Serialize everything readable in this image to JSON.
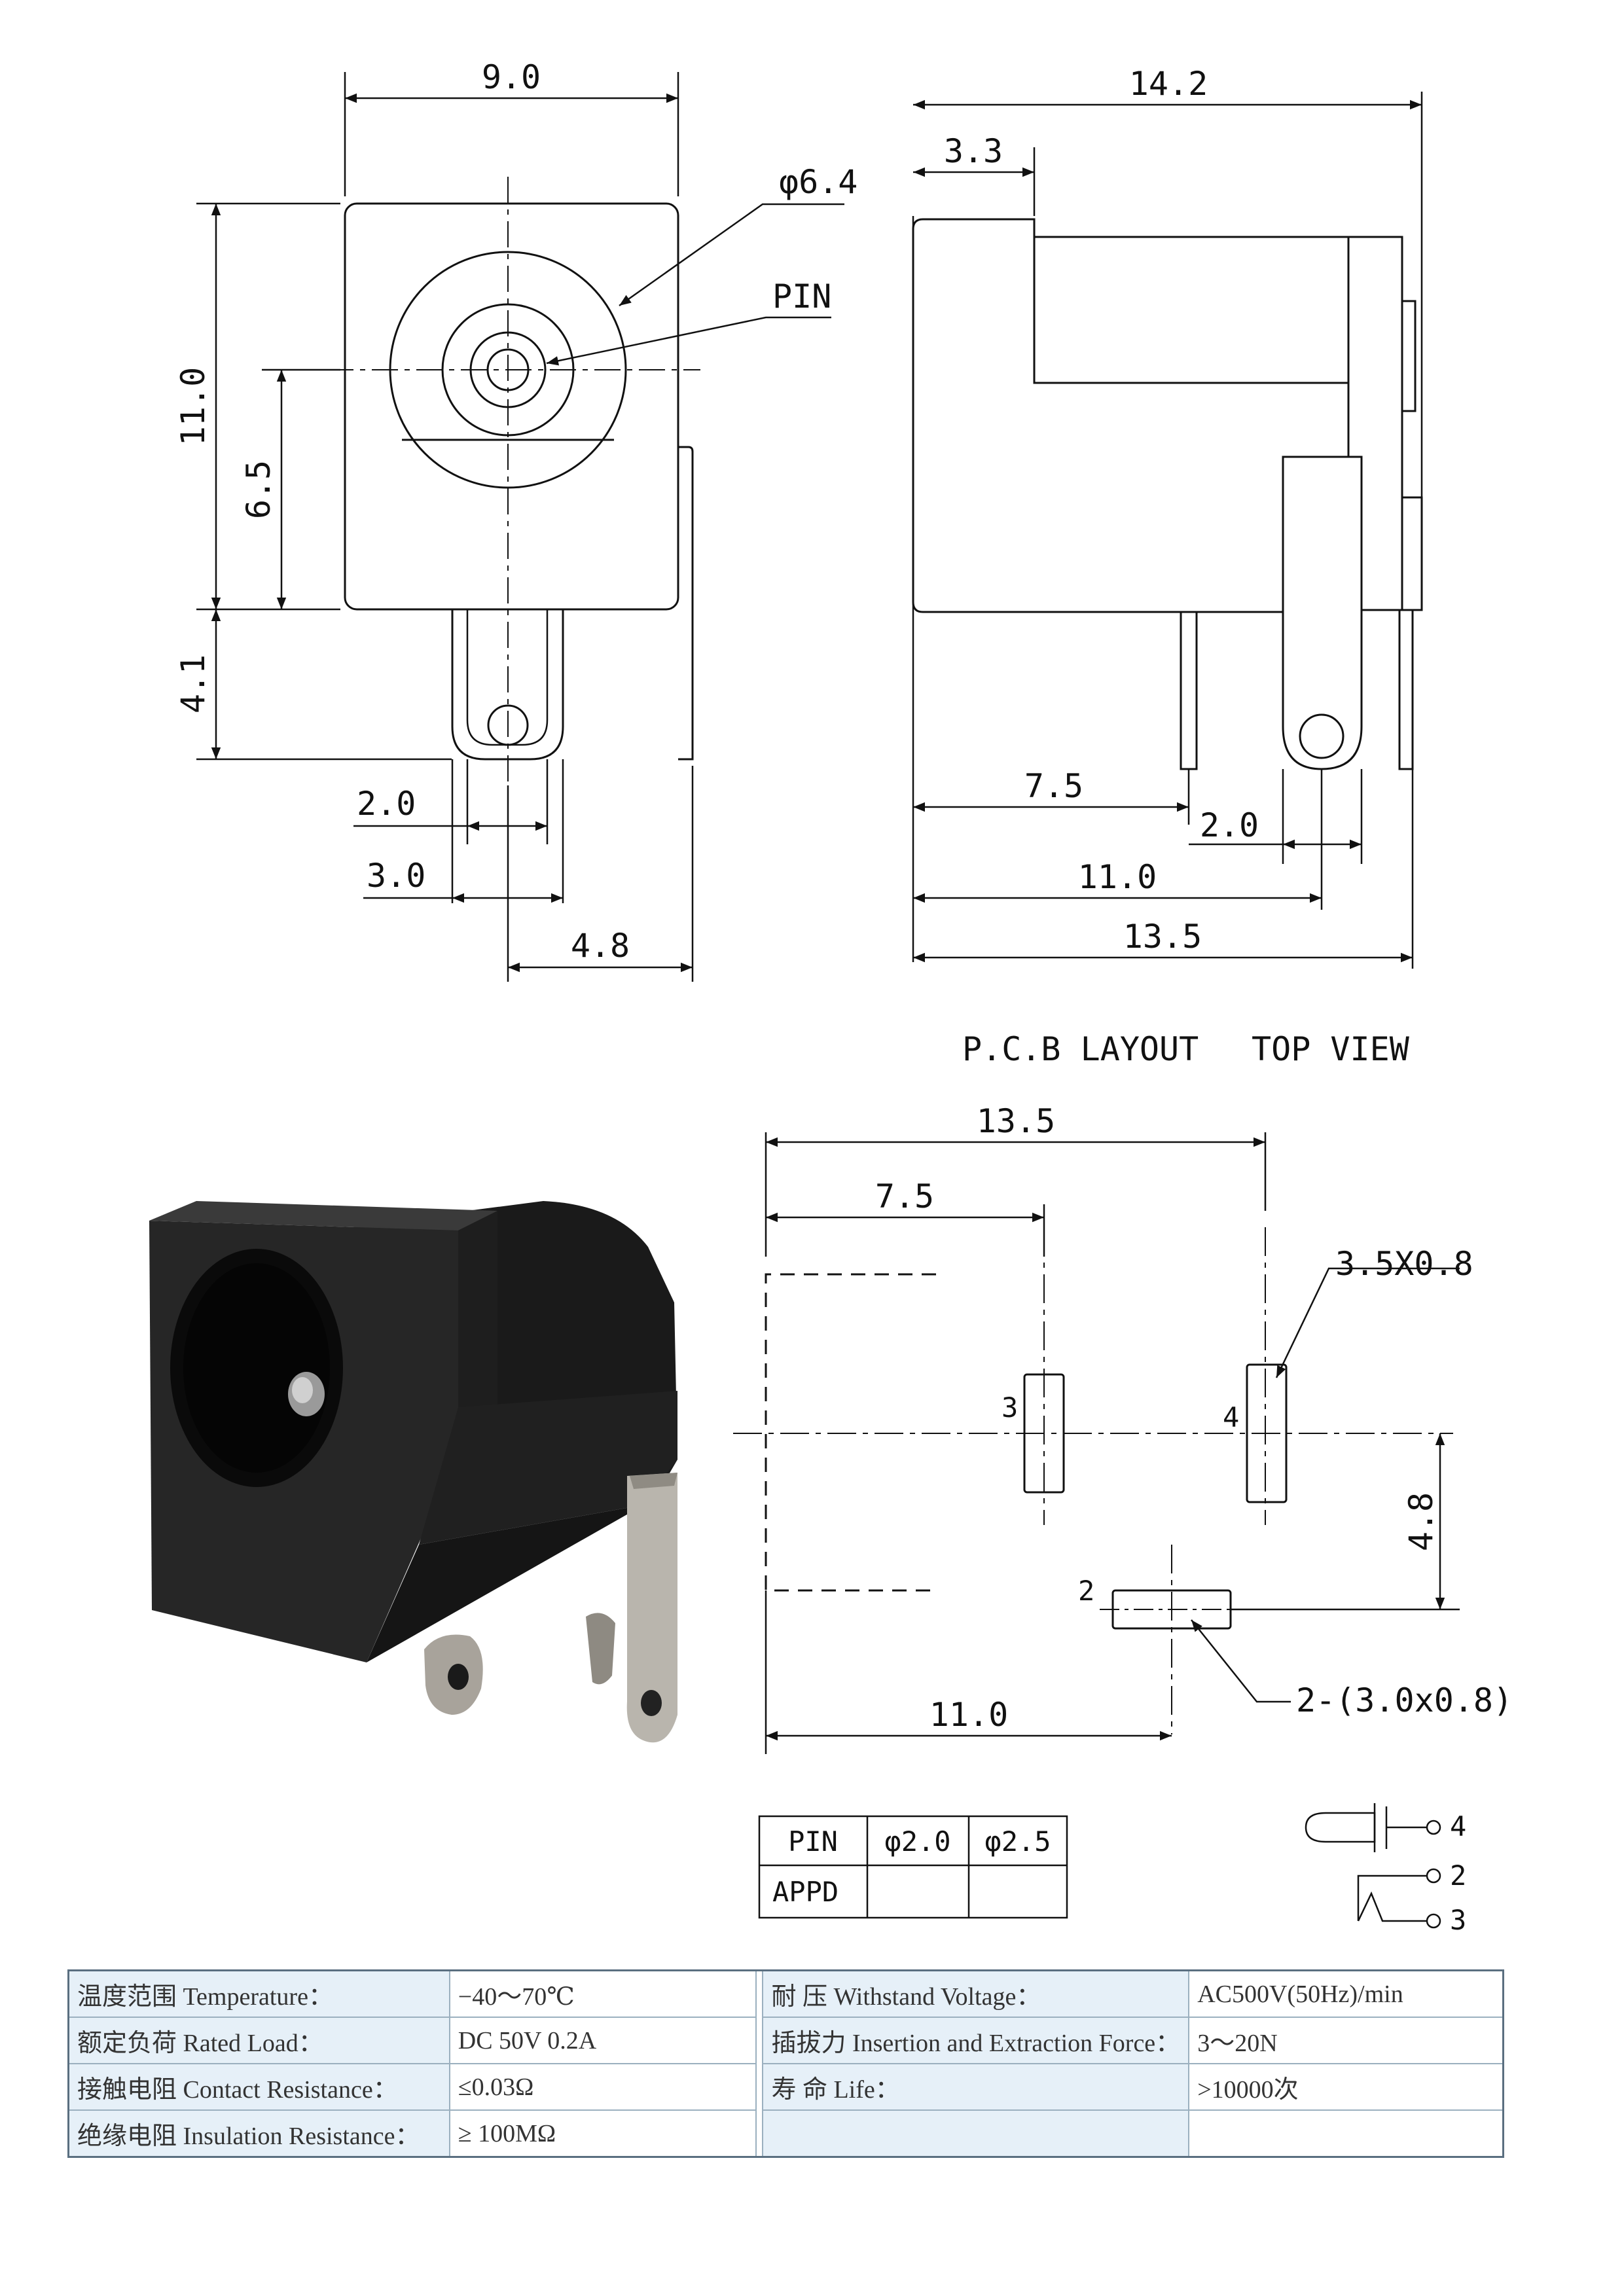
{
  "front_view": {
    "width": "9.0",
    "height": "11.0",
    "center_height": "6.5",
    "pin_length": "4.1",
    "dia_label": "φ6.4",
    "pin_label": "PIN",
    "pin_w1": "2.0",
    "pin_w2": "3.0",
    "offset": "4.8"
  },
  "side_view": {
    "total_length": "14.2",
    "front_depth": "3.3",
    "dim_75": "7.5",
    "dim_20": "2.0",
    "dim_110": "11.0",
    "dim_135": "13.5"
  },
  "layout_titles": {
    "pcb": "P.C.B LAYOUT",
    "top": "TOP VIEW"
  },
  "pcb": {
    "dim_135": "13.5",
    "dim_75": "7.5",
    "slot_label": "3.5X0.8",
    "dim_48": "4.8",
    "dim_110": "11.0",
    "slot2_label": "2-(3.0x0.8)",
    "pad3": "3",
    "pad4": "4",
    "pad2": "2"
  },
  "pin_table": {
    "headers": [
      "PIN",
      "φ2.0",
      "φ2.5"
    ],
    "row_label": "APPD"
  },
  "schematic": {
    "p4": "4",
    "p2": "2",
    "p3": "3"
  },
  "specs": {
    "left": [
      {
        "label": "温度范围 Temperature：",
        "value": "−40～70℃"
      },
      {
        "label": "额定负荷 Rated Load：",
        "value": "DC 50V 0.2A"
      },
      {
        "label": "接触电阻 Contact Resistance：",
        "value": "≤0.03Ω"
      },
      {
        "label": "绝缘电阻 Insulation Resistance：",
        "value": "≥ 100MΩ"
      }
    ],
    "right": [
      {
        "label": "耐 压 Withstand Voltage：",
        "value": "AC500V(50Hz)/min"
      },
      {
        "label": "插拔力 Insertion and Extraction Force：",
        "value": "3～20N"
      },
      {
        "label": "寿 命 Life：",
        "value": ">10000次"
      },
      {
        "label": "",
        "value": ""
      }
    ]
  }
}
